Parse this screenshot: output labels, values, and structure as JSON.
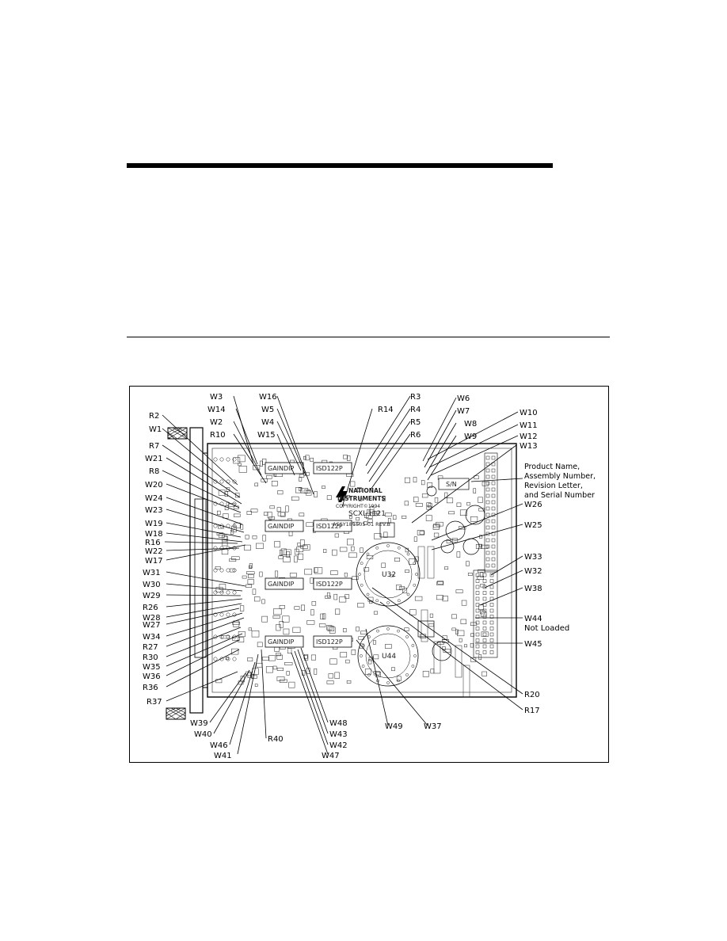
{
  "figure": {
    "board": {
      "chip_labels": [
        "GAINDIP",
        "ISD122P",
        "GAINDIP",
        "ISD122P",
        "GAINDIP",
        "ISD122P",
        "GAINDIP",
        "ISD122P"
      ],
      "logo_line1": "NATIONAL",
      "logo_line2": "INSTRUMENTS",
      "copyright": "COPYRIGHT©1994",
      "model": "SCXI-1121",
      "assy": "ASSY181505-01 REV.B",
      "sn": "S/N",
      "u32": "U32",
      "u44": "U44"
    },
    "callouts_left": [
      "R2",
      "W1",
      "R7",
      "W21",
      "R8",
      "W20",
      "W24",
      "W23",
      "W19",
      "W18",
      "R16",
      "W22",
      "W17",
      "W31",
      "W30",
      "W29",
      "R26",
      "W28",
      "W27",
      "W34",
      "R27",
      "R30",
      "W35",
      "W36",
      "R36",
      "R37"
    ],
    "callouts_top": [
      "W3",
      "W14",
      "W2",
      "R10",
      "W15",
      "W16",
      "W5",
      "W4",
      "R14",
      "R3",
      "R4",
      "R5",
      "R6",
      "W6",
      "W7",
      "W8",
      "W9"
    ],
    "callouts_right": [
      "W10",
      "W11",
      "W12",
      "W13",
      "W26",
      "W25",
      "W33",
      "W32",
      "W38",
      "W45",
      "R20",
      "R17"
    ],
    "product_note": [
      "Product Name,",
      "Assembly Number,",
      "Revision Letter,",
      "and Serial Number"
    ],
    "w44_note": [
      "W44",
      "Not Loaded"
    ],
    "callouts_bottom": [
      "W39",
      "W40",
      "W46",
      "W41",
      "R40",
      "W48",
      "W43",
      "W42",
      "W47",
      "W49",
      "W37"
    ]
  }
}
